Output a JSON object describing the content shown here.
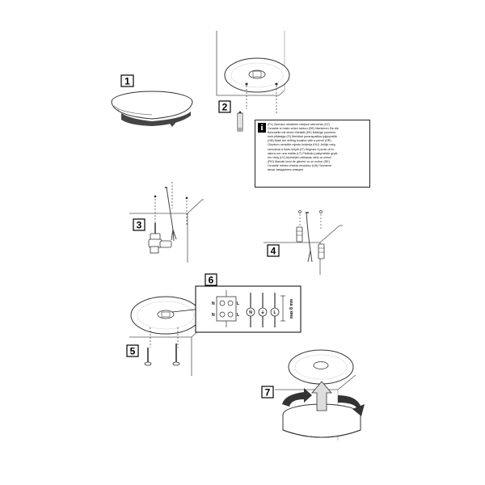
{
  "steps": [
    {
      "number": "1"
    },
    {
      "number": "2"
    },
    {
      "number": "3"
    },
    {
      "number": "4"
    },
    {
      "number": "5"
    },
    {
      "number": "6"
    },
    {
      "number": "7"
    }
  ],
  "info_box": {
    "icon": "i",
    "text": "(PL) Zaznacz ołówkiem miejsce wiercenia (CZ)\nOznačte si místo vrtání tužkou (DE) Markieren Sie die\nBohrstelle mit einem Bleistift (EE) Märkige puurimis-\nkoht pliiatsiga (FI) Merkitse porauspaikka lyijykynällä\n(GB) Mark the drilling location with a pencil (HR)\nOlovkom označite mjesto bušenja (HU) Jelölje meg\nceruzával a fúrás helyét (IT) Segnare il punto di fo-\nratura con una matita (LT) Pieštuku pažymėkite gręži-\nmo vietą (LV) Atzīmējiet urbšanas vietu ar zīmuli\n(RO) Marcați locul de găurire cu un creion (SK)\nOznačte miesto vŕtania ceruzkou (UA) Позначте\nмісце свердління олівцем"
  },
  "wiring": {
    "terminal_labels": [
      "N",
      "L",
      "N",
      "L"
    ],
    "wire_symbols": [
      "N",
      "⏚",
      "L"
    ],
    "strip_length": "max 8 mm"
  }
}
